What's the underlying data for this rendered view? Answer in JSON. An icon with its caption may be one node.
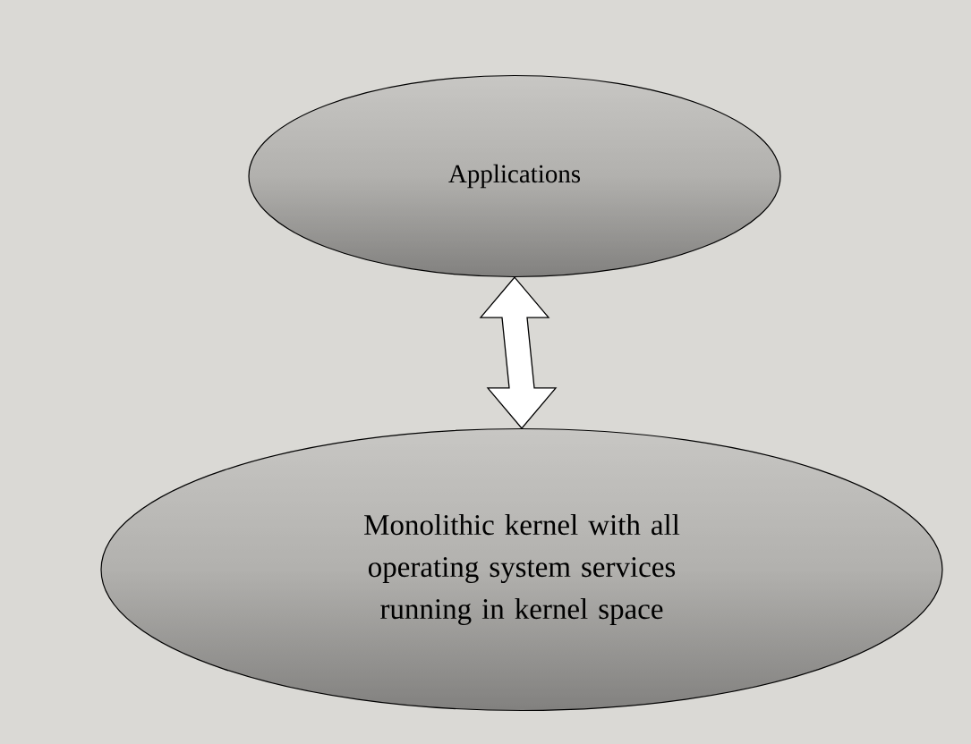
{
  "diagram": {
    "nodes": [
      {
        "text": [
          "Applications"
        ]
      },
      {
        "text": [
          "Monolithic kernel with all operating system services running in kernel space"
        ]
      }
    ],
    "edges": [
      {
        "from": 0,
        "to": 1,
        "arrow": "both"
      }
    ]
  }
}
